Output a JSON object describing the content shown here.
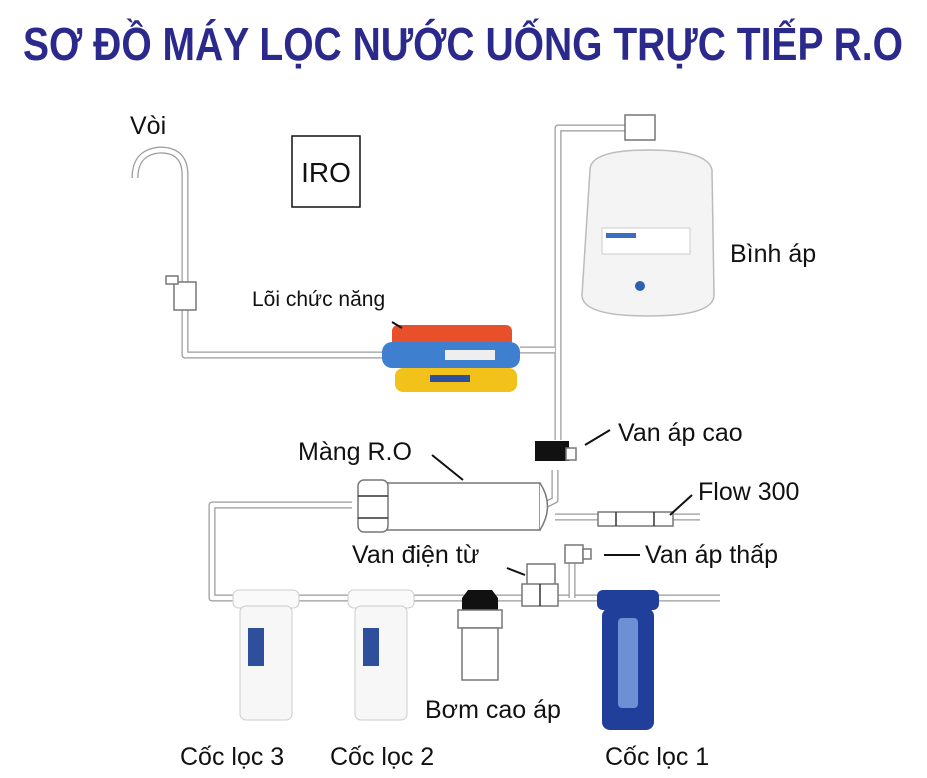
{
  "title": "SƠ ĐỒ MÁY LỌC NƯỚC UỐNG TRỰC TIẾP R.O",
  "logo": "IRO",
  "labels": {
    "faucet": "Vòi",
    "tank": "Bình áp",
    "function_filters": "Lõi chức năng",
    "high_pressure_switch": "Van áp cao",
    "ro_membrane": "Màng R.O",
    "flow_restrictor": "Flow 300",
    "solenoid_valve": "Van điện từ",
    "low_pressure_switch": "Van áp thấp",
    "booster_pump": "Bơm cao áp",
    "filter_3": "Cốc lọc 3",
    "filter_2": "Cốc lọc 2",
    "filter_1": "Cốc lọc 1"
  },
  "colors": {
    "title": "#2b2a8c",
    "filter_red": "#e8502c",
    "filter_blue": "#3f7fd0",
    "filter_yellow": "#f2c21b",
    "filter_1_housing": "#1f3f9a"
  }
}
